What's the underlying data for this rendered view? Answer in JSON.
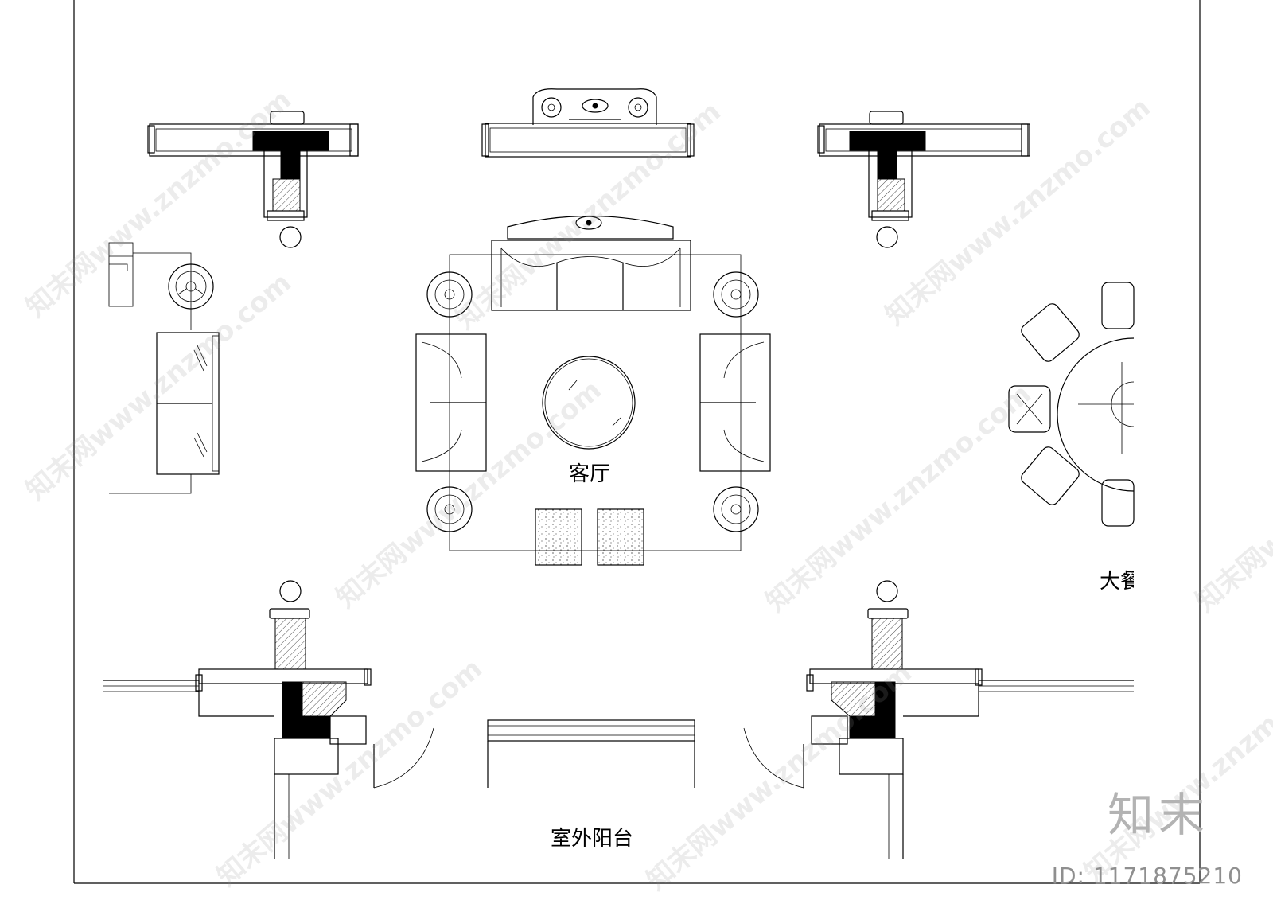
{
  "labels": {
    "living_room": "客厅",
    "outdoor_balcony": "室外阳台",
    "dining_partial": "大餐"
  },
  "branding": {
    "logo_text": "知末",
    "id_text": "ID: 1171875210",
    "watermark_text": "知末网www.znzmo.com"
  },
  "colors": {
    "line": "#000000",
    "watermark": "#969696",
    "logo": "#b3b3b3"
  }
}
